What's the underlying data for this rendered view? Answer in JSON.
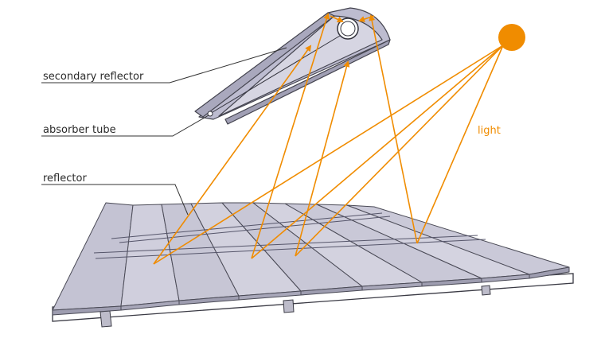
{
  "labels": {
    "secondary_reflector": "secondary reflector",
    "absorber_tube": "absorber tube",
    "reflector": "reflector",
    "light": "light"
  },
  "colors": {
    "ray": "#f08c00",
    "sun": "#f08c00",
    "reflector_face": "#c9c8d6",
    "reflector_edge": "#5a5a66",
    "label_text": "#2a2a2a",
    "light_text": "#f08c00"
  },
  "icons": {
    "sun": "sun-circle"
  }
}
